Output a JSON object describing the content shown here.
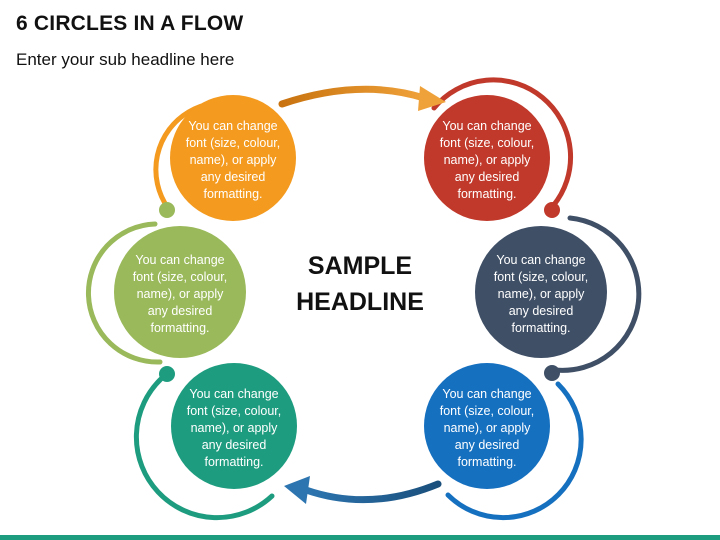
{
  "header": {
    "title": "6 CIRCLES IN A FLOW",
    "subtitle": "Enter your sub headline here"
  },
  "center": {
    "line1": "SAMPLE",
    "line2": "HEADLINE"
  },
  "circles": [
    {
      "id": "top-left",
      "color": "#f39a1f",
      "text": "You can change font (size, colour, name), or apply any desired formatting."
    },
    {
      "id": "top-right",
      "color": "#c0392b",
      "text": "You can change font (size, colour, name), or apply any desired formatting."
    },
    {
      "id": "middle-right",
      "color": "#3f4f66",
      "text": "You can change font (size, colour, name), or apply any desired formatting."
    },
    {
      "id": "bottom-right",
      "color": "#1670c0",
      "text": "You can change font (size, colour, name), or apply any desired formatting."
    },
    {
      "id": "bottom-left",
      "color": "#1e9c7f",
      "text": "You can change font (size, colour, name), or apply any desired formatting."
    },
    {
      "id": "middle-left",
      "color": "#9ab95a",
      "text": "You can change font (size, colour, name), or apply any desired formatting."
    }
  ],
  "arrows": {
    "top_color": "#d67f1a",
    "bottom_color": "#1f5c8f"
  },
  "accent": "#1e9c7f"
}
